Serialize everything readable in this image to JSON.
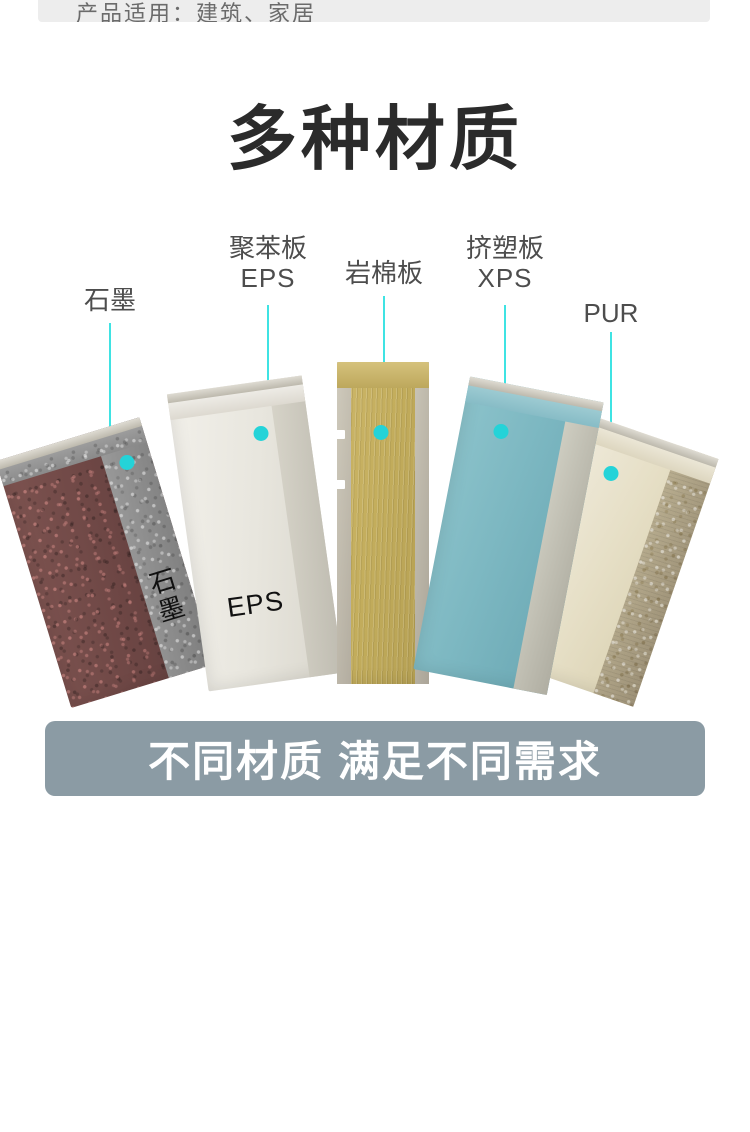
{
  "top_band": {
    "text": "产品适用：建筑、家居"
  },
  "headline": {
    "title": "多种材质"
  },
  "callouts": [
    {
      "id": "graphite",
      "name": "石墨",
      "sub": "",
      "slab_label": "石墨",
      "dot_color": "#24d3d8"
    },
    {
      "id": "eps",
      "name": "聚苯板",
      "sub": "EPS",
      "slab_label": "EPS",
      "dot_color": "#24d3d8"
    },
    {
      "id": "rockwool",
      "name": "岩棉板",
      "sub": "",
      "slab_label": "",
      "dot_color": "#24d3d8"
    },
    {
      "id": "xps",
      "name": "挤塑板",
      "sub": "XPS",
      "slab_label": "",
      "dot_color": "#24d3d8"
    },
    {
      "id": "pur",
      "name": "PUR",
      "sub": "",
      "slab_label": "",
      "dot_color": "#24d3d8"
    }
  ],
  "banner": {
    "text": "不同材质 满足不同需求",
    "bg_color": "#8b9ba4",
    "text_color": "#ffffff"
  },
  "colors": {
    "accent": "#24d3d8",
    "leader_line": "#3fe3e3",
    "headline": "#2b2b2b",
    "label": "#4d4d4d",
    "top_band_bg": "#ededed",
    "graphite_core": "#6f4a48",
    "graphite_edge": "#8d8d8d",
    "eps_core": "#e9e7e0",
    "eps_edge": "#cfcdc4",
    "rockwool_core": "#c6b160",
    "rockwool_edge": "#a99a55",
    "xps_core": "#79b9c2",
    "xps_edge": "#9ec8d2",
    "pur_core": "#e3ddc2",
    "pur_edge": "#b3a98d"
  }
}
